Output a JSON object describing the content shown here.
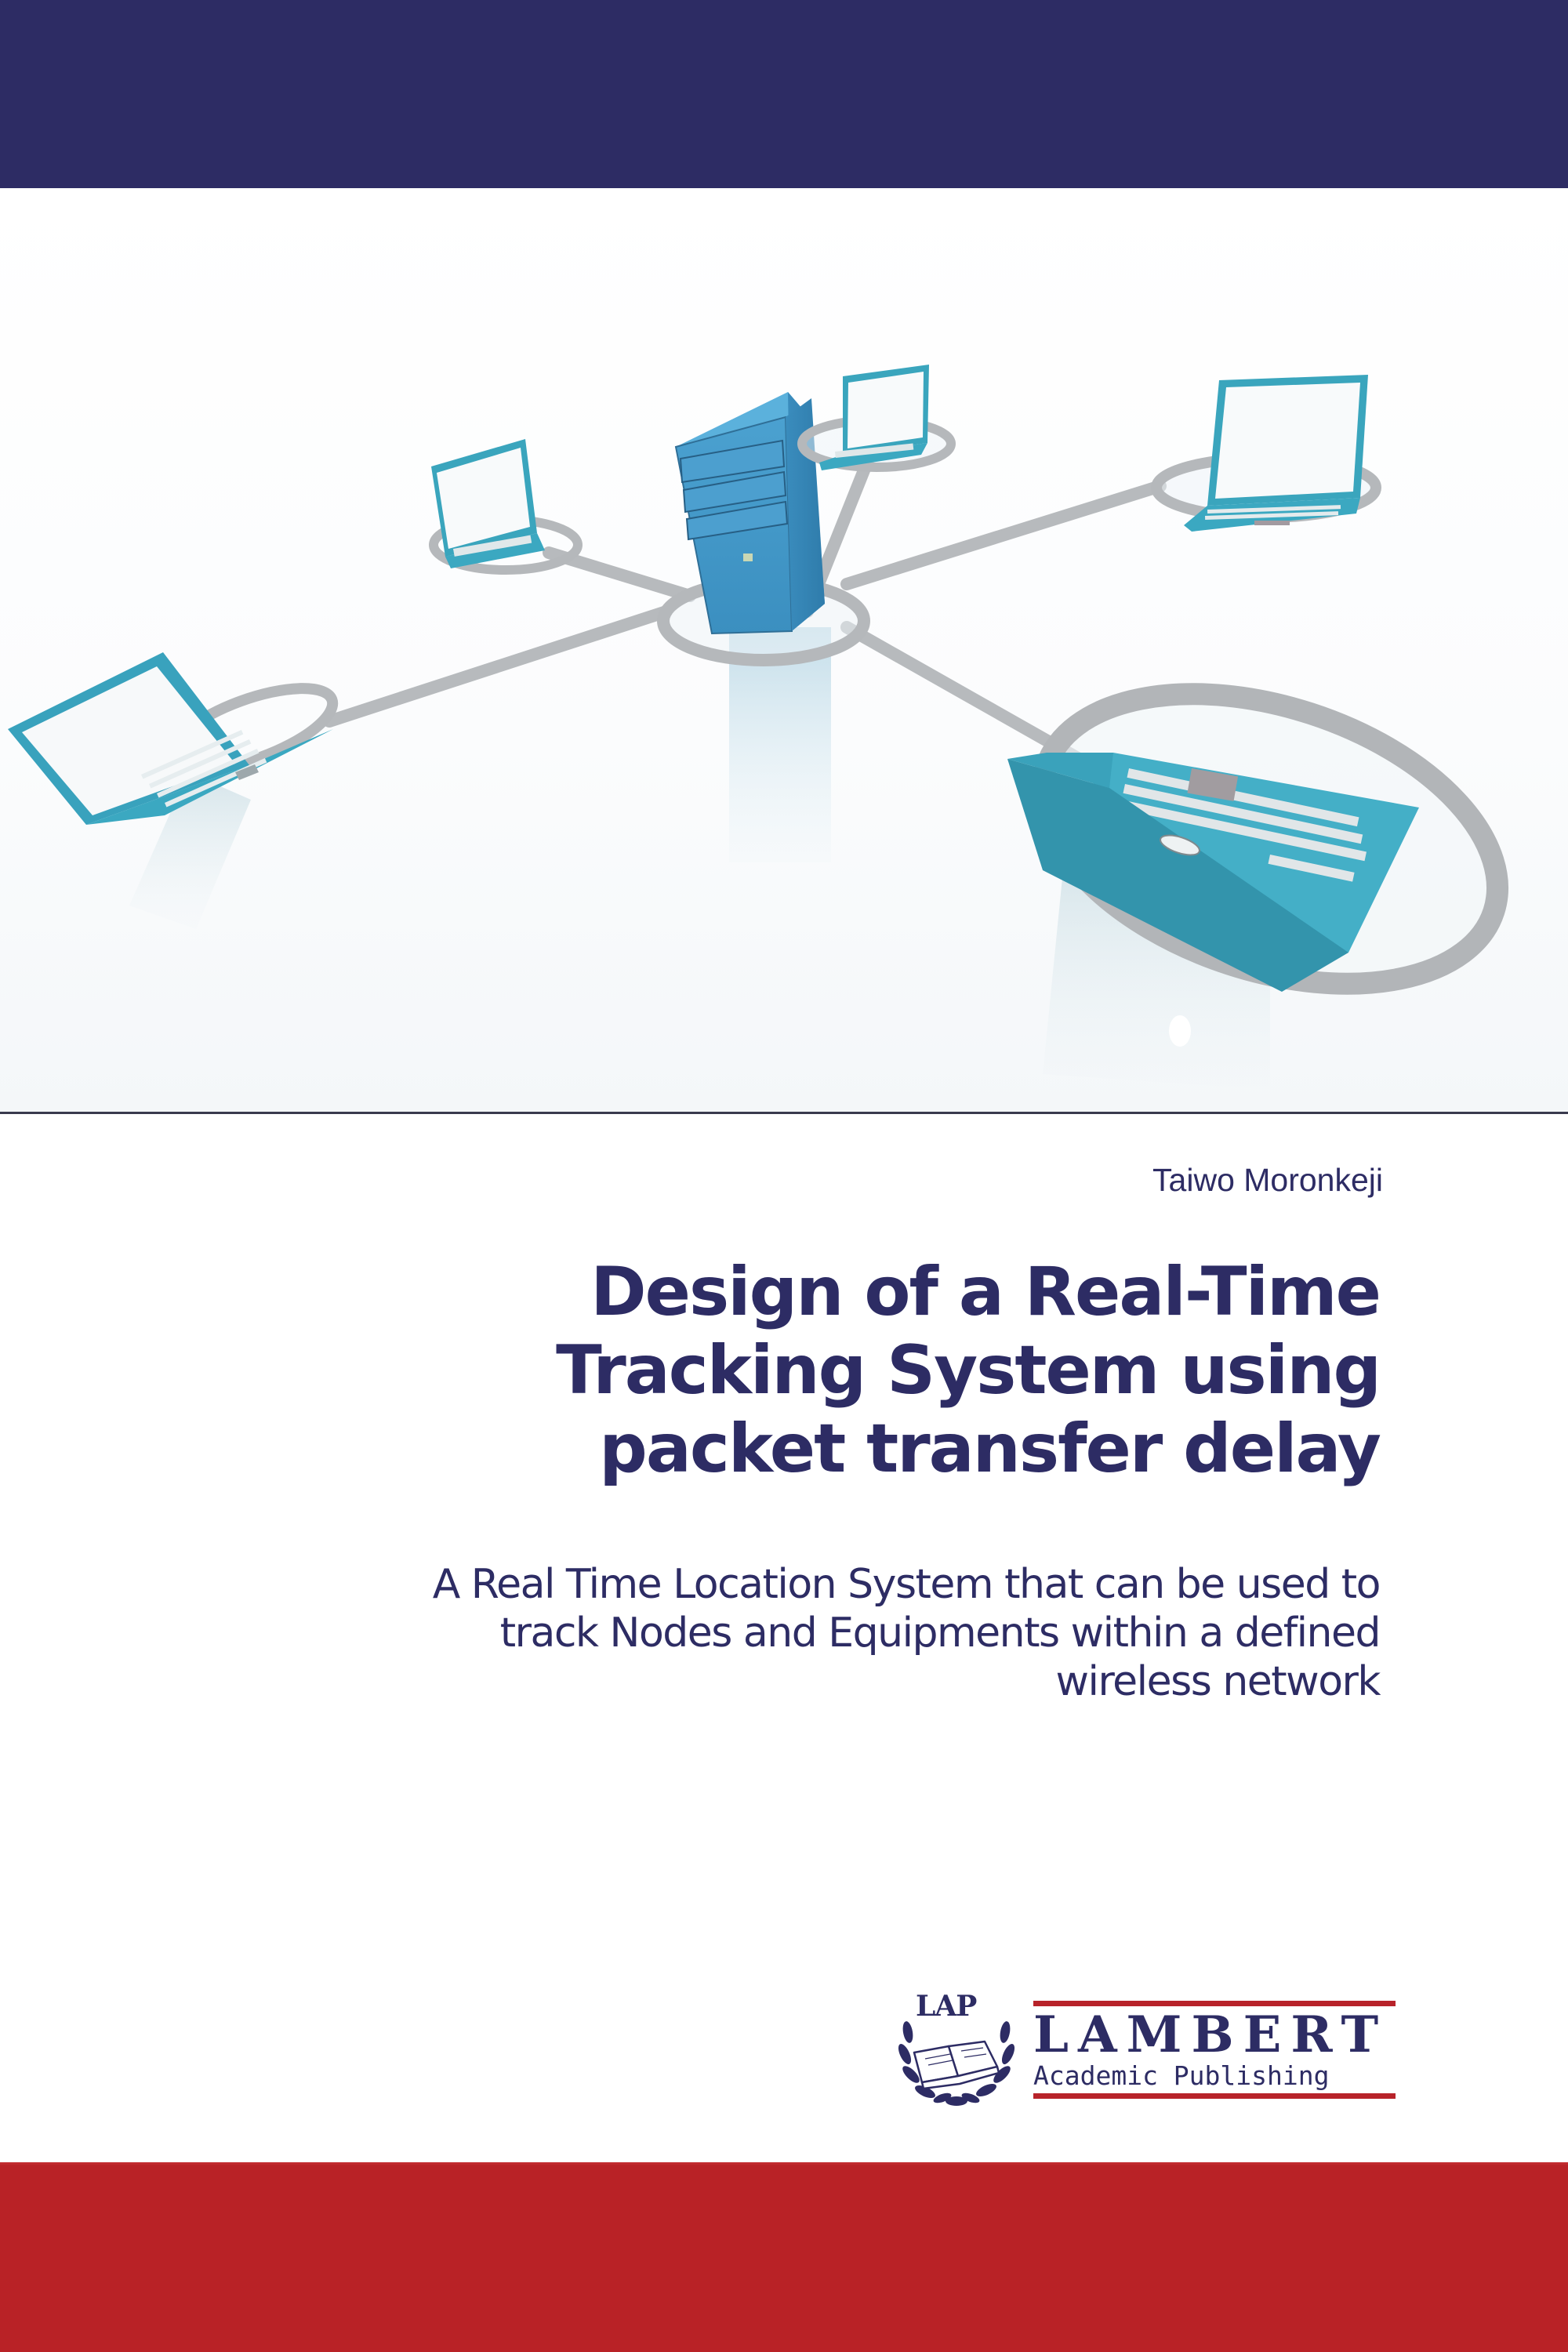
{
  "cover": {
    "colors": {
      "top_band": "#2d2c64",
      "bottom_band": "#b92226",
      "text": "#2d2c64",
      "accent_rule": "#b8232a",
      "device_blue": "#4da3d1",
      "device_teal": "#3aa5bd",
      "ring_gray": "#b5b8bb"
    },
    "illustration": {
      "description": "Network diagram: central server tower connected to five laptops via gray rings and links",
      "nodes": [
        {
          "type": "server",
          "icon": "server-tower-icon"
        },
        {
          "type": "laptop",
          "icon": "laptop-icon",
          "position": "left"
        },
        {
          "type": "laptop",
          "icon": "laptop-icon",
          "position": "upper-left"
        },
        {
          "type": "laptop",
          "icon": "laptop-icon",
          "position": "top-center"
        },
        {
          "type": "laptop",
          "icon": "laptop-icon",
          "position": "upper-right"
        },
        {
          "type": "laptop",
          "icon": "laptop-icon",
          "position": "lower-right"
        }
      ]
    },
    "author": "Taiwo Moronkeji",
    "title": {
      "lines": [
        "Design of a Real-Time",
        "Tracking System using",
        "packet transfer delay"
      ]
    },
    "subtitle": {
      "lines": [
        "A Real Time Location System that can be used to",
        "track Nodes and Equipments within a defined",
        "wireless network"
      ]
    },
    "publisher": {
      "emblem_text": "LAP",
      "name": "LAMBERT",
      "tagline": "Academic Publishing"
    }
  }
}
